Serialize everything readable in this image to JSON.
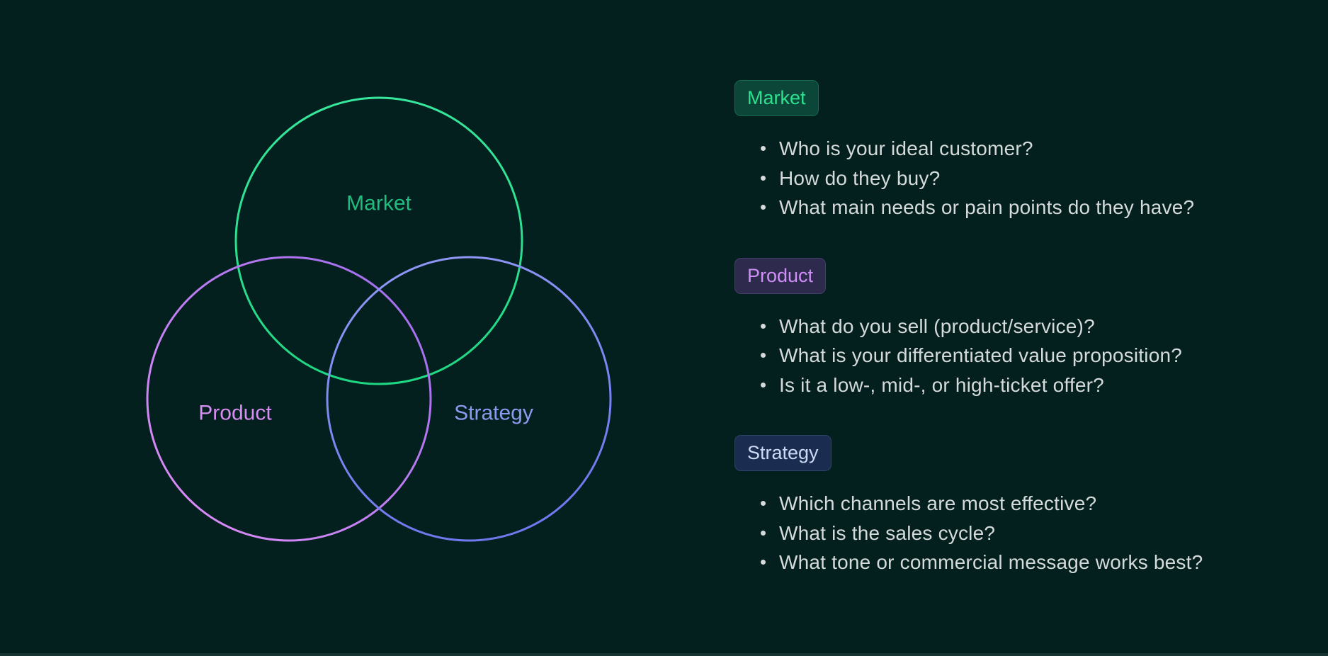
{
  "colors": {
    "background": "#031f1e",
    "bullet_text": "#d5dada",
    "bottom_edge": "#2a4543"
  },
  "venn": {
    "market": {
      "label": "Market",
      "label_color": "#21bd7f",
      "stroke_start": "#36e79c",
      "stroke_end": "#1fd883"
    },
    "product": {
      "label": "Product",
      "label_color": "#d78df2",
      "stroke_start": "#9d6bee",
      "stroke_end": "#e08ff6"
    },
    "strategy": {
      "label": "Strategy",
      "label_color": "#8d9af0",
      "stroke_start": "#929af6",
      "stroke_end": "#7278ee"
    }
  },
  "sections": [
    {
      "badge": {
        "label": "Market",
        "bg": "#0b4638",
        "text_color": "#2de28f",
        "border_color": "#156a50"
      },
      "bullets": [
        "Who is your ideal customer?",
        "How do they buy?",
        "What main needs or pain points do they have?"
      ]
    },
    {
      "badge": {
        "label": "Product",
        "bg": "#2e2a4e",
        "text_color": "#cf8df6",
        "border_color": "#443e6b"
      },
      "bullets": [
        "What do you sell (product/service)?",
        "What is your differentiated value proposition?",
        "Is it a low-, mid-, or high-ticket offer?"
      ]
    },
    {
      "badge": {
        "label": "Strategy",
        "bg": "#1a2c4f",
        "text_color": "#ccd9f4",
        "border_color": "#2e4468"
      },
      "bullets": [
        "Which channels are most effective?",
        "What is the sales cycle?",
        "What tone or commercial message works best?"
      ]
    }
  ]
}
